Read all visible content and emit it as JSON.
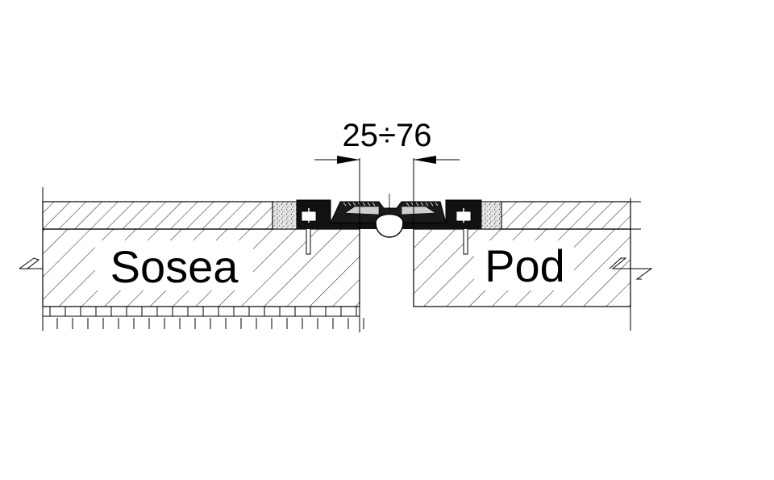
{
  "dimension": {
    "text": "25÷76"
  },
  "labels": {
    "left": "Sosea",
    "right": "Pod"
  },
  "colors": {
    "ink": "#000000",
    "background": "#ffffff",
    "filler": "#d9d9d9"
  }
}
